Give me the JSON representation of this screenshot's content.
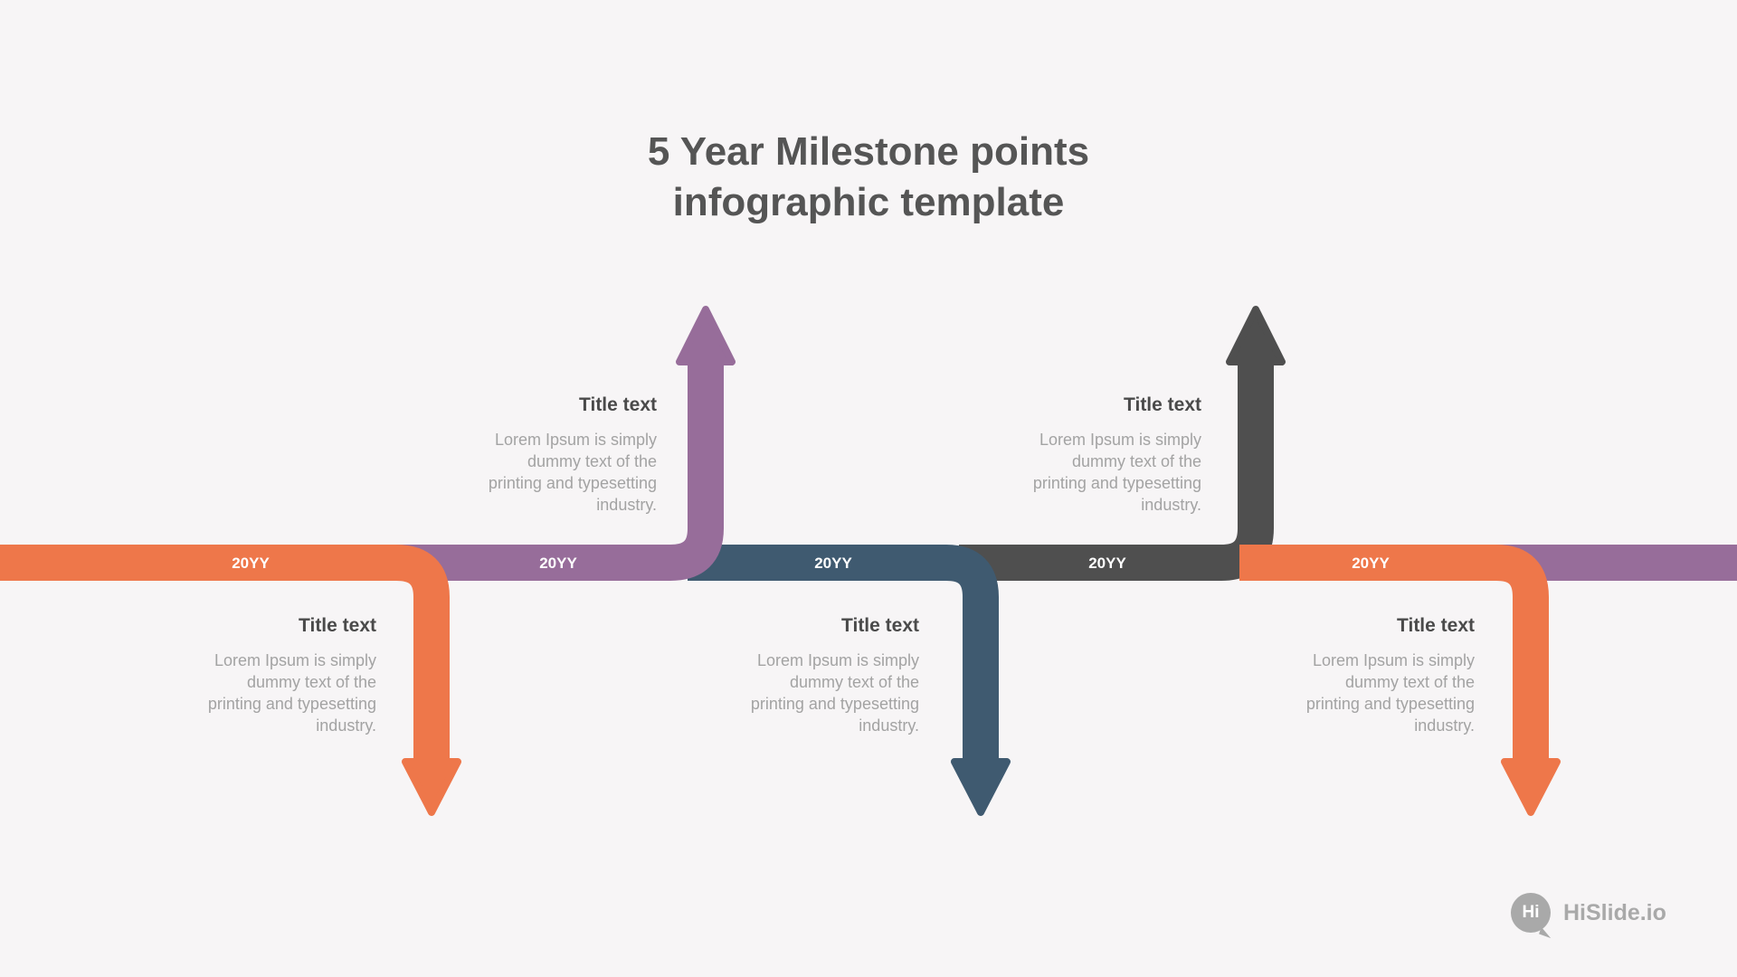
{
  "title": {
    "line1": "5 Year Milestone points",
    "line2": "infographic template"
  },
  "colors": {
    "background": "#f7f5f6",
    "orange": "#ee774a",
    "purple": "#976d9a",
    "slate": "#3f5a70",
    "charcoal": "#4f4f4f"
  },
  "milestones": [
    {
      "year": "20YY",
      "title": "Title text",
      "body": "Lorem Ipsum is simply dummy text of the printing and typesetting industry.",
      "direction": "down",
      "color": "orange"
    },
    {
      "year": "20YY",
      "title": "Title text",
      "body": "Lorem Ipsum is simply dummy text of the printing and typesetting industry.",
      "direction": "up",
      "color": "purple"
    },
    {
      "year": "20YY",
      "title": "Title text",
      "body": "Lorem Ipsum is simply dummy text of the printing and typesetting industry.",
      "direction": "down",
      "color": "slate"
    },
    {
      "year": "20YY",
      "title": "Title text",
      "body": "Lorem Ipsum is simply dummy text of the printing and typesetting industry.",
      "direction": "up",
      "color": "charcoal"
    },
    {
      "year": "20YY",
      "title": "Title text",
      "body": "Lorem Ipsum is simply dummy text of the printing and typesetting industry.",
      "direction": "down",
      "color": "orange"
    }
  ],
  "logo": {
    "badge": "Hi",
    "brand": "HiSlide.io"
  }
}
